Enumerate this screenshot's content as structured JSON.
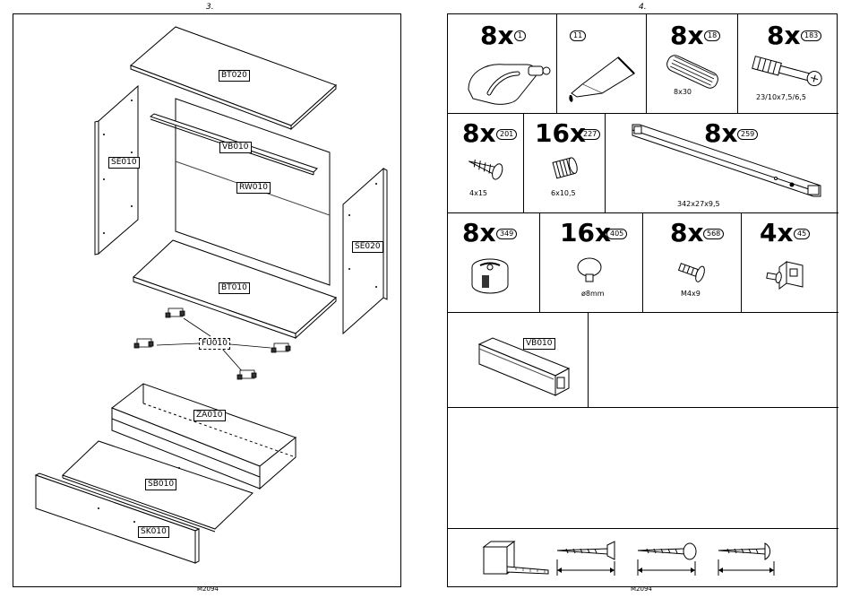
{
  "left_page": {
    "page_number": "3.",
    "footer": "M2094",
    "part_labels": {
      "bt020": "BT020",
      "vb010": "VB010",
      "rw010": "RW010",
      "se010": "SE010",
      "se020": "SE020",
      "bt010": "BT010",
      "fu010": "FU010",
      "za010": "ZA010",
      "sb010": "SB010",
      "sk010": "SK010"
    }
  },
  "right_page": {
    "page_number": "4.",
    "footer": "M2094",
    "hardware": [
      {
        "qty": "8x",
        "part": "1",
        "dim": "",
        "icon": "cam-lock-housing-icon"
      },
      {
        "qty": "",
        "part": "11",
        "dim": "",
        "icon": "glue-tube-icon"
      },
      {
        "qty": "8x",
        "part": "18",
        "dim": "8x30",
        "icon": "wood-dowel-icon"
      },
      {
        "qty": "8x",
        "part": "183",
        "dim": "23/10x7,5/6,5",
        "icon": "cam-bolt-icon"
      },
      {
        "qty": "8x",
        "part": "201",
        "dim": "4x15",
        "icon": "wood-screw-icon"
      },
      {
        "qty": "16x",
        "part": "227",
        "dim": "6x10,5",
        "icon": "insert-nut-icon"
      },
      {
        "qty": "8x",
        "part": "259",
        "dim": "342x27x9,5",
        "icon": "drawer-runner-icon"
      },
      {
        "qty": "8x",
        "part": "349",
        "dim": "",
        "icon": "cam-lock-icon"
      },
      {
        "qty": "16x",
        "part": "405",
        "dim": "ø8mm",
        "icon": "cover-cap-icon"
      },
      {
        "qty": "8x",
        "part": "568",
        "dim": "M4x9",
        "icon": "machine-screw-icon"
      },
      {
        "qty": "4x",
        "part": "45",
        "dim": "",
        "icon": "angle-bracket-icon"
      }
    ],
    "profile_label": "VB010"
  }
}
